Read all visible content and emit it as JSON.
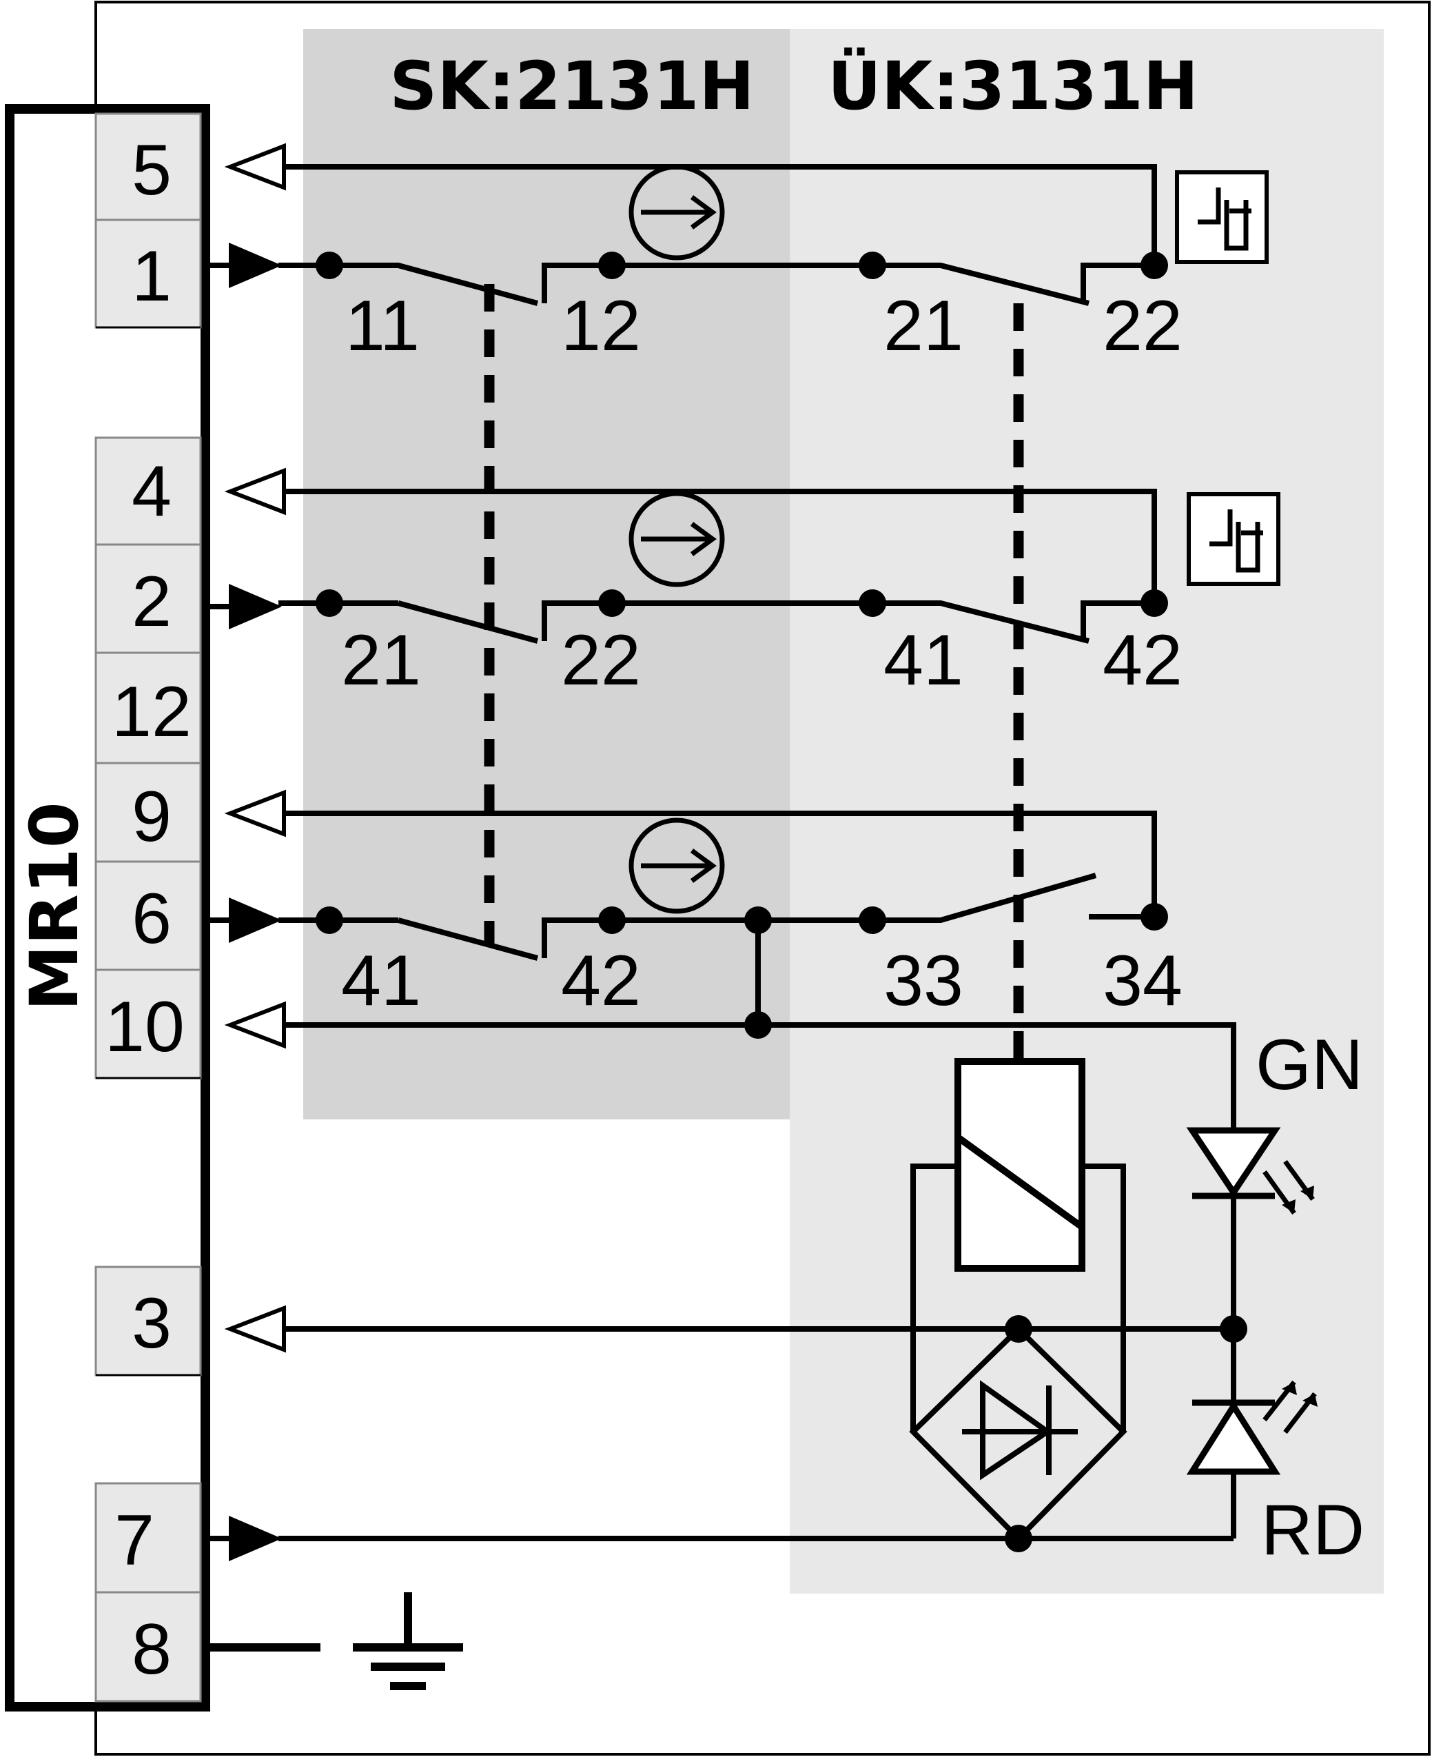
{
  "colors": {
    "zone_sk": "#d4d4d4",
    "zone_uk": "#e8e8e8",
    "pin_cell": "#e8e8e8",
    "line": "#000000"
  },
  "header": {
    "sk_label": "SK:2131H",
    "uk_label": "ÜK:3131H"
  },
  "connector": {
    "name": "MR10",
    "pins": [
      "5",
      "1",
      "4",
      "2",
      "12",
      "9",
      "6",
      "10",
      "3",
      "7",
      "8"
    ]
  },
  "contacts": {
    "row1": [
      "11",
      "12",
      "21",
      "22"
    ],
    "row2": [
      "21",
      "22",
      "41",
      "42"
    ],
    "row3": [
      "41",
      "42",
      "33",
      "34"
    ]
  },
  "leds": {
    "green": "GN",
    "red": "RD"
  },
  "icons": [
    "direction-arrow-icon",
    "mechanical-interlock-icon",
    "ground-icon",
    "relay-coil-icon",
    "bridge-rectifier-icon",
    "led-icon"
  ]
}
